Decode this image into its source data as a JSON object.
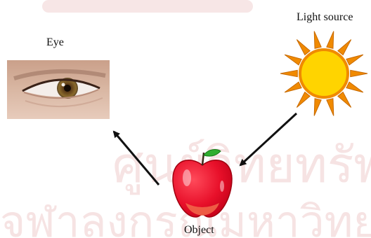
{
  "labels": {
    "eye": "Eye",
    "light_source": "Light source",
    "object": "Object"
  },
  "icons": {
    "eye": "eye-photo",
    "sun": "sun-icon",
    "apple": "apple-icon"
  },
  "watermark": "ศูนย์วิทยทรัพยากร จุฬาลงกรณ์มหาวิทยาลัย",
  "colors": {
    "arrow": "#111111",
    "sun_rays": "#f08a00",
    "sun_core": "#ffd400",
    "apple": "#e8102a",
    "leaf": "#2fae2f",
    "watermark": "#f2d9d9"
  }
}
